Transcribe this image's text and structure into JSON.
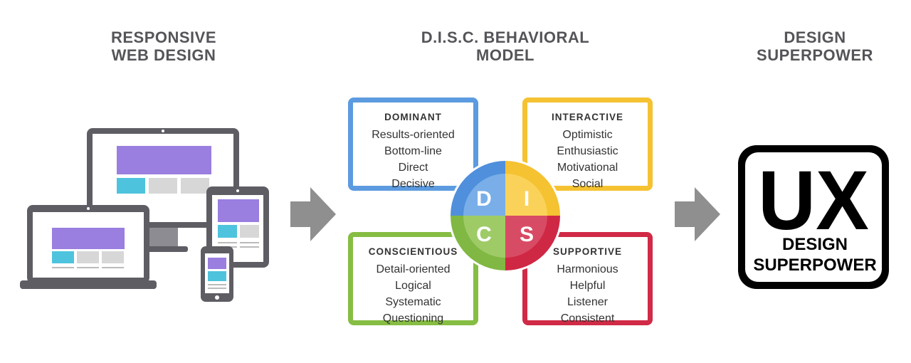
{
  "headings": {
    "left": [
      "RESPONSIVE",
      "WEB DESIGN"
    ],
    "middle": [
      "D.I.S.C. BEHAVIORAL",
      "MODEL"
    ],
    "right": [
      "DESIGN",
      "SUPERPOWER"
    ]
  },
  "disc": {
    "dominant": {
      "title": "DOMINANT",
      "color": "#5c9be0",
      "traits": [
        "Results-oriented",
        "Bottom-line",
        "Direct",
        "Decisive"
      ]
    },
    "interactive": {
      "title": "INTERACTIVE",
      "color": "#f5c231",
      "traits": [
        "Optimistic",
        "Enthusiastic",
        "Motivational",
        "Social"
      ]
    },
    "conscientious": {
      "title": "CONSCIENTIOUS",
      "color": "#86bd43",
      "traits": [
        "Detail-oriented",
        "Logical",
        "Systematic",
        "Questioning"
      ]
    },
    "supportive": {
      "title": "SUPPORTIVE",
      "color": "#d02a46",
      "traits": [
        "Harmonious",
        "Helpful",
        "Listener",
        "Consistent"
      ]
    },
    "letters": {
      "d": "D",
      "i": "I",
      "c": "C",
      "s": "S"
    }
  },
  "ux_logo": {
    "mark": "UX",
    "line1": "DESIGN",
    "line2": "SUPERPOWER"
  },
  "icons": [
    "responsive-devices-icon",
    "arrow-right-icon",
    "ux-design-superpower-logo"
  ]
}
